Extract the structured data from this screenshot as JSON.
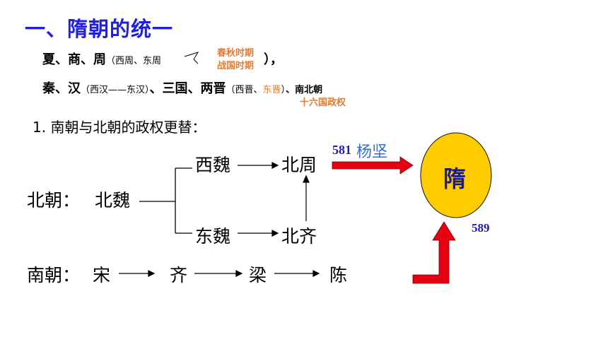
{
  "title": "一、隋朝的统一",
  "line1": {
    "main": "夏、商、周",
    "paren_open": "（西周、东周",
    "paren_close": "），",
    "branch_a": "春秋时期",
    "branch_b": "战国时期"
  },
  "line2": {
    "a": "秦、汉",
    "a_paren": "（西汉——东汉）",
    "b": "、三国、两晋",
    "b_paren_open": "（西晋、",
    "b_paren_orange": "东晋",
    "b_paren_close": "）",
    "c": "、南北朝",
    "note": "十六国政权"
  },
  "subtitle": "1. 南朝与北朝的政权更替：",
  "diagram": {
    "north_label": "北朝：",
    "bei_wei": "北魏",
    "xi_wei": "西魏",
    "dong_wei": "东魏",
    "bei_zhou": "北周",
    "bei_qi": "北齐",
    "south_label": "南朝：",
    "song": "宋",
    "qi": "齐",
    "liang": "梁",
    "chen": "陈",
    "year_581": "581",
    "yang_jian": "杨坚",
    "sui": "隋",
    "year_589": "589"
  },
  "colors": {
    "title_blue": "#1f1fe0",
    "orange": "#e07b30",
    "arrow_red": "#e60012",
    "sui_fill": "#ffcc00",
    "yangjian_blue": "#2f6fd0"
  }
}
